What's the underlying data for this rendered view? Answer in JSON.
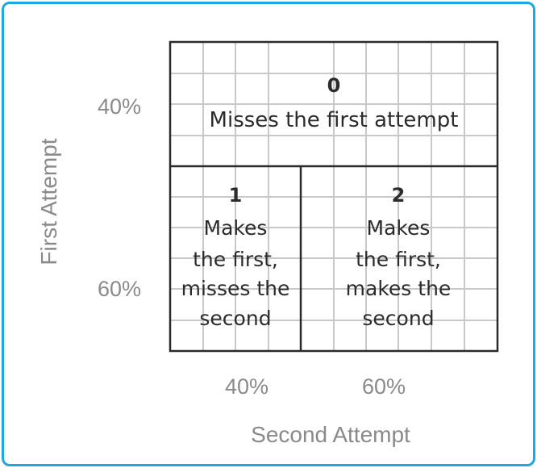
{
  "labels": {
    "row_top": "40%",
    "row_bottom": "60%",
    "col_left": "40%",
    "col_right": "60%",
    "y_axis": "First Attempt",
    "x_axis": "Second Attempt"
  },
  "cells": {
    "top": {
      "number": "0",
      "text": "Misses the first attempt"
    },
    "bottom_left": {
      "number": "1",
      "lines": [
        "Makes",
        "the first,",
        "misses the",
        "second"
      ]
    },
    "bottom_right": {
      "number": "2",
      "lines": [
        "Makes",
        "the first,",
        "makes the",
        "second"
      ]
    }
  },
  "colors": {
    "border": "#1ea7e1"
  }
}
